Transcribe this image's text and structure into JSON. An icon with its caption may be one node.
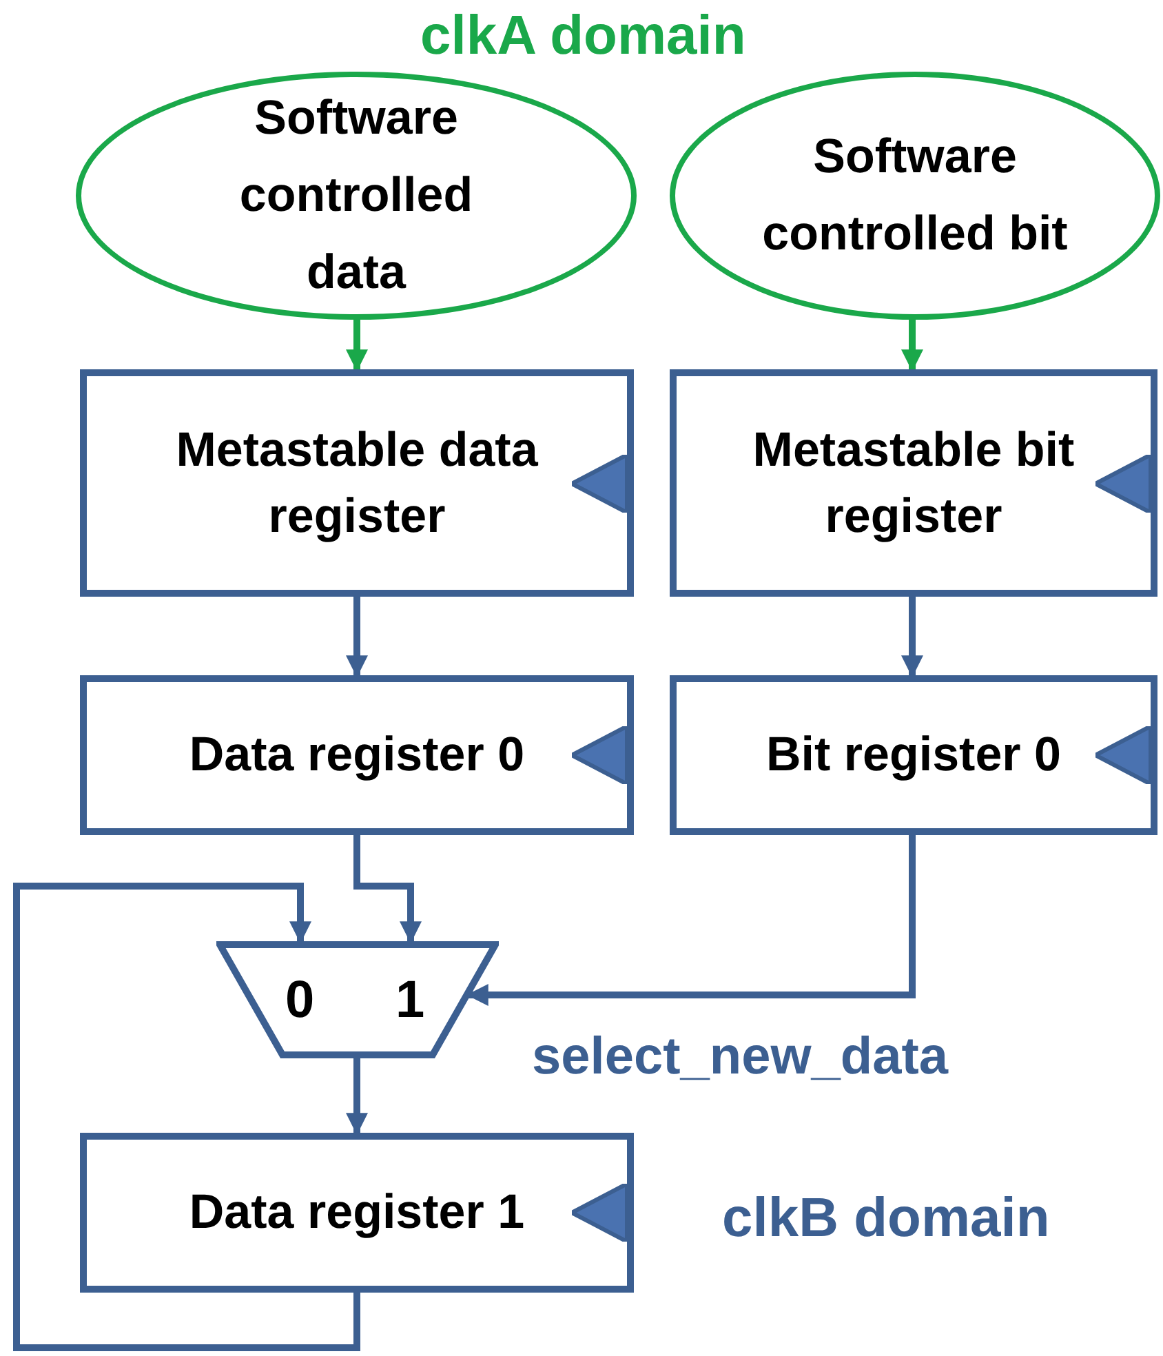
{
  "diagram": {
    "nodes": [
      {
        "text": [
          "Software controlled data"
        ]
      },
      {
        "text": [
          "Software controlled bit"
        ]
      },
      {
        "text": [
          "Metastable data register"
        ]
      },
      {
        "text": [
          "Metastable bit register"
        ]
      },
      {
        "text": [
          "Data register 0"
        ]
      },
      {
        "text": [
          "Bit register 0"
        ]
      },
      {
        "text": [
          "0",
          "1"
        ]
      },
      {
        "text": [
          "Data register 1"
        ]
      }
    ],
    "edges": [
      {
        "from": 0,
        "to": 2,
        "arrow": "to",
        "color": "#1aa84a"
      },
      {
        "from": 1,
        "to": 3,
        "arrow": "to",
        "color": "#1aa84a"
      },
      {
        "from": 2,
        "to": 4,
        "arrow": "to"
      },
      {
        "from": 3,
        "to": 5,
        "arrow": "to"
      },
      {
        "from": 4,
        "to": 6,
        "arrow": "to"
      },
      {
        "from": 5,
        "to": 6,
        "arrow": "to",
        "label": "select_new_data"
      },
      {
        "from": 7,
        "to": 6,
        "arrow": "to"
      },
      {
        "from": 6,
        "to": 7,
        "arrow": "to"
      }
    ],
    "labels": [
      "clkA domain",
      "clkB domain"
    ]
  }
}
